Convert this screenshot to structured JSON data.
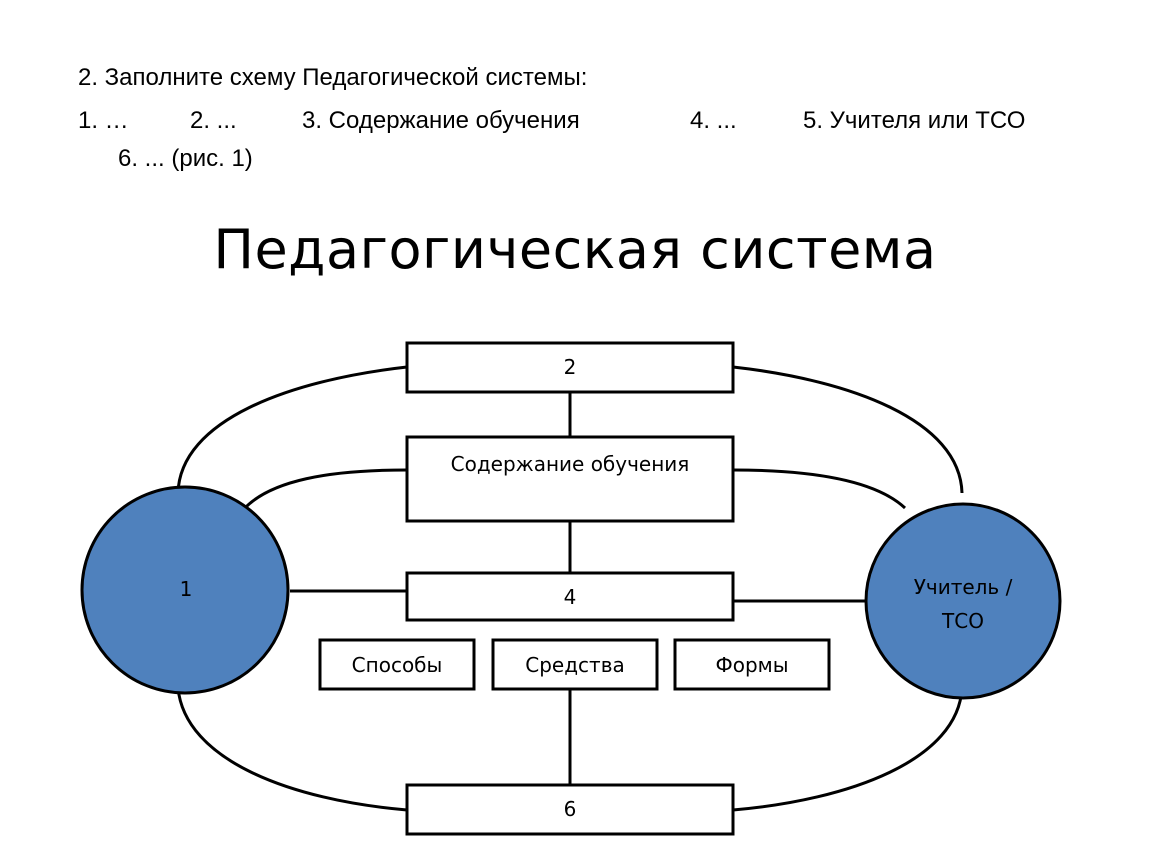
{
  "task": {
    "heading": "2. Заполните схему Педагогической системы:",
    "items": [
      "1. …",
      "2. ...",
      "3. Содержание обучения",
      "4. ...",
      "5. Учителя или ТСО"
    ],
    "line2": "6. ...  (рис. 1)"
  },
  "title": "Педагогическая система",
  "diagram": {
    "box_top": "2",
    "box_content": "Содержание обучения",
    "box_middle": "4",
    "box_bottom": "6",
    "circle_left": "1",
    "circle_right_line1": "Учитель /",
    "circle_right_line2": "ТСО",
    "methods": [
      "Способы",
      "Средства",
      "Формы"
    ],
    "circle_color": "#4f81bd"
  }
}
